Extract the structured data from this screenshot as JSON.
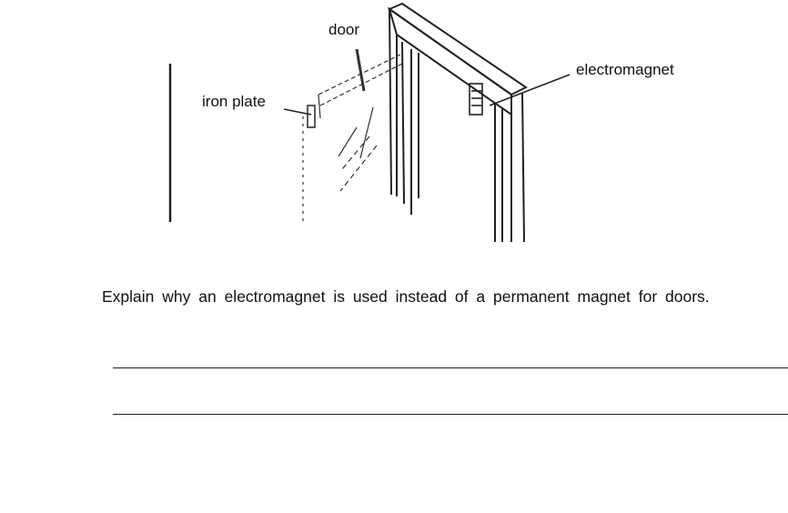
{
  "diagram": {
    "labels": {
      "door": "door",
      "iron_plate": "iron plate",
      "electromagnet": "electromagnet"
    }
  },
  "question": {
    "text": "Explain why  an  electromagnet  is  used  instead  of  a  permanent  magnet  for doors."
  },
  "answer_lines": [
    {
      "id": "answer-line-1"
    },
    {
      "id": "answer-line-2"
    }
  ]
}
